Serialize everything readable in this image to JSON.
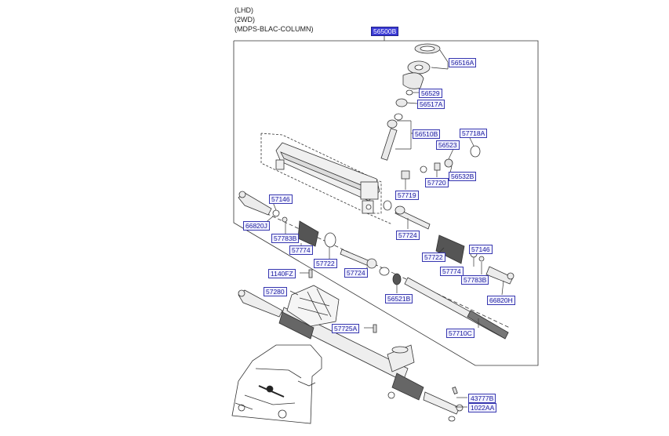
{
  "header": {
    "line1": "(LHD)",
    "line2": "(2WD)",
    "line3": "(MDPS-BLAC-COLUMN)"
  },
  "assembly_label": "56500B",
  "part_labels": [
    "56516A",
    "56529",
    "56517A",
    "56510B",
    "57718A",
    "56523",
    "56532B",
    "57720",
    "57719",
    "57146",
    "66820J",
    "57783B",
    "57774",
    "57722",
    "57724",
    "57724",
    "57722",
    "57146",
    "57774",
    "57783B",
    "66820H",
    "1140FZ",
    "57280",
    "56521B",
    "57725A",
    "57710C",
    "43777B",
    "1022AA"
  ],
  "colors": {
    "label_text": "#1a1a9c",
    "label_fill": "#f2f2ff",
    "highlight_fill": "#3b3bd6",
    "line": "#333333"
  }
}
